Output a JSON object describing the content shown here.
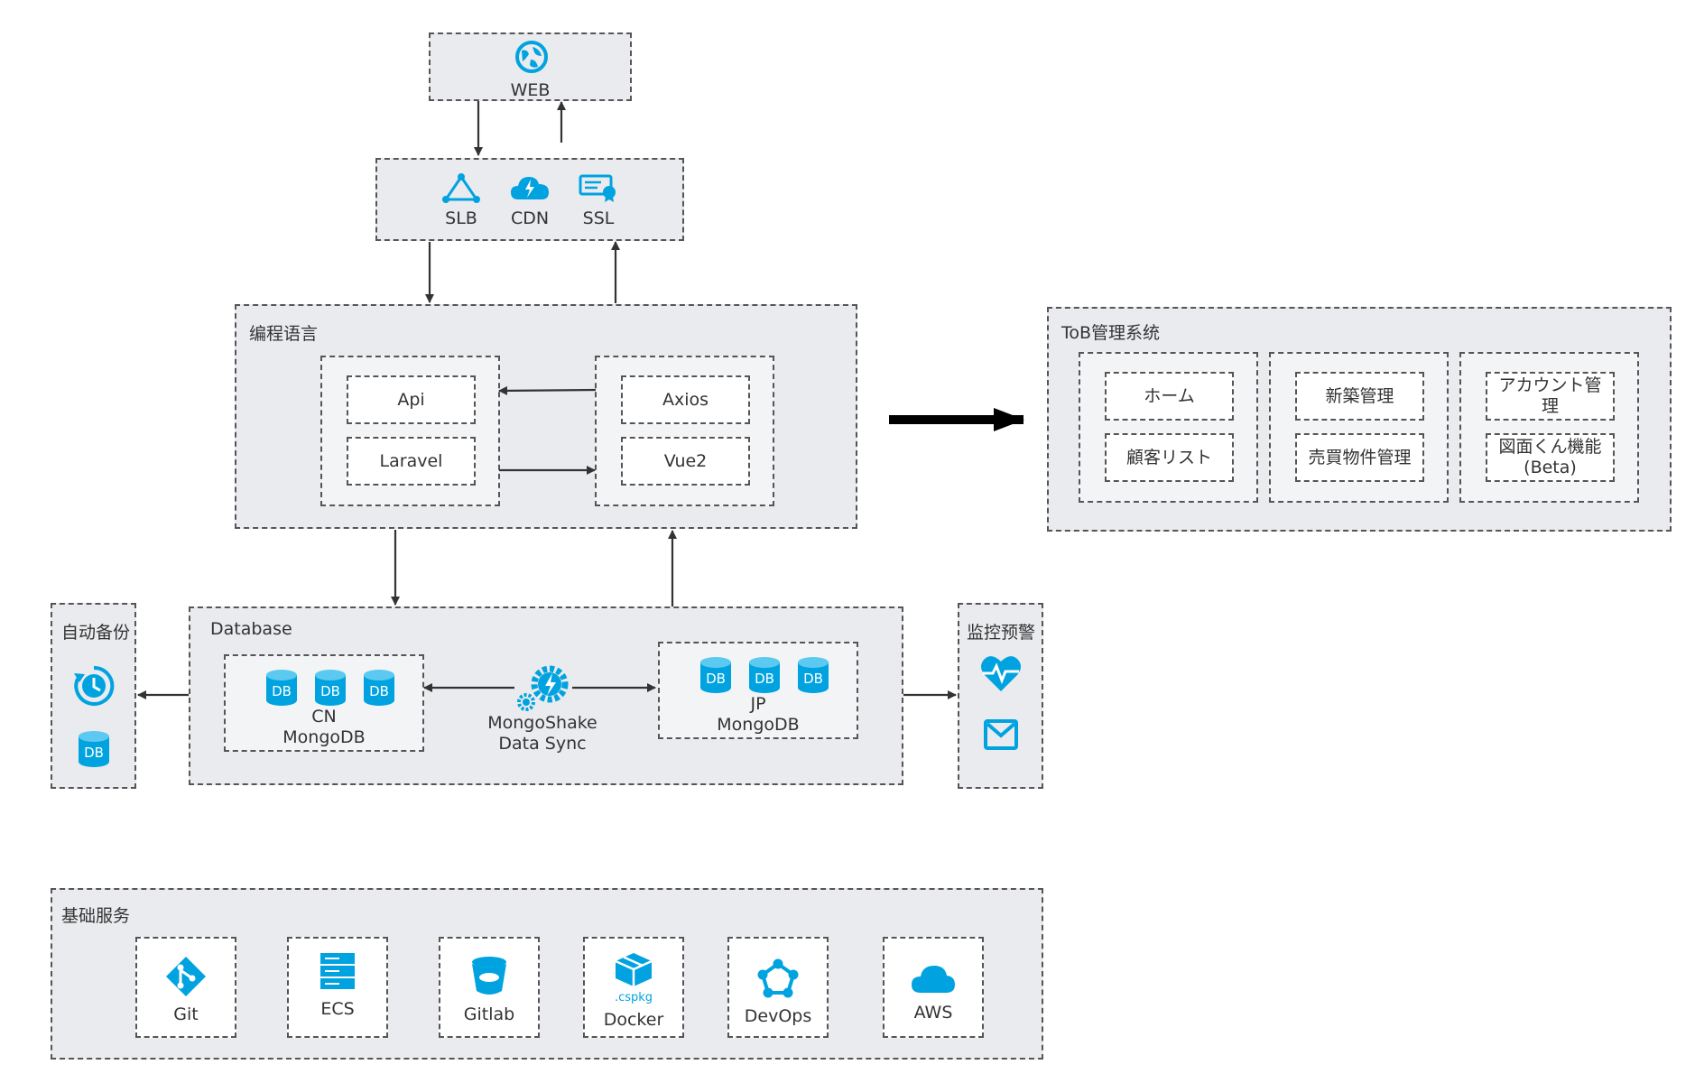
{
  "web": {
    "label": "WEB"
  },
  "edge": {
    "slb": "SLB",
    "cdn": "CDN",
    "ssl": "SSL"
  },
  "lang": {
    "title": "编程语言",
    "api": "Api",
    "laravel": "Laravel",
    "axios": "Axios",
    "vue": "Vue2"
  },
  "tob": {
    "title": "ToB管理系统",
    "home": "ホーム",
    "customers": "顧客リスト",
    "new_build": "新築管理",
    "resale": "売買物件管理",
    "account": "アカウント管理",
    "drawing": "図面くん機能(Beta)"
  },
  "backup": {
    "title": "自动备份",
    "db": "DB"
  },
  "database": {
    "title": "Database",
    "db": "DB",
    "cn_line1": "CN",
    "cn_line2": "MongoDB",
    "jp_line1": "JP",
    "jp_line2": "MongoDB",
    "sync_line1": "MongoShake",
    "sync_line2": "Data Sync"
  },
  "monitor": {
    "title": "监控预警"
  },
  "base": {
    "title": "基础服务",
    "git": "Git",
    "ecs": "ECS",
    "gitlab": "Gitlab",
    "docker": "Docker",
    "cspkg": ".cspkg",
    "devops": "DevOps",
    "aws": "AWS"
  },
  "colors": {
    "accent": "#00a3e0",
    "border": "#555555",
    "panel": "#e9ebee"
  }
}
